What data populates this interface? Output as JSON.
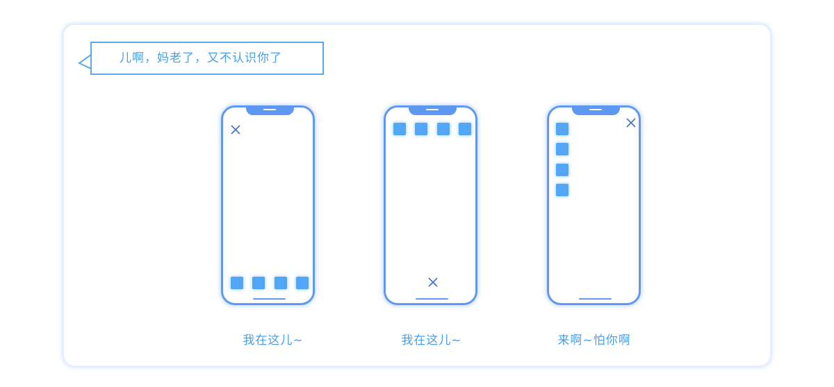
{
  "bubble": {
    "text": "儿啊，妈老了，又不认识你了"
  },
  "phones": [
    {
      "caption": "我在这儿~"
    },
    {
      "caption": "我在这儿~"
    },
    {
      "caption": "来啊~怕你啊"
    }
  ],
  "colors": {
    "phone_frame": "#5f98f0",
    "tile": "#52a6f6",
    "text": "#4a9ee6",
    "bubble_border": "#5ea8e8"
  },
  "icons": {
    "close": "close-icon"
  }
}
